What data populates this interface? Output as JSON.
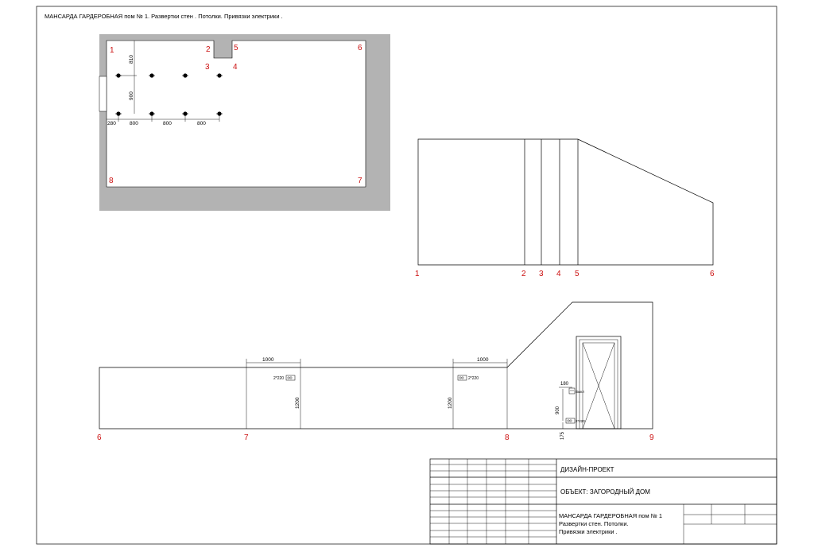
{
  "header": {
    "title": "МАНСАРДА  ГАРДЕРОБНАЯ пом  № 1. Развертки стен . Потолки. Привязки электрики ."
  },
  "plan": {
    "corner_labels": [
      "1",
      "2",
      "3",
      "4",
      "5",
      "6",
      "7",
      "8"
    ],
    "dims": {
      "top_offset": "810",
      "row_spacing": "900",
      "left_offset": "280",
      "spacing_1": "800",
      "spacing_2": "800",
      "spacing_3": "800"
    }
  },
  "elevation_top": {
    "labels": [
      "1",
      "2",
      "3",
      "4",
      "5",
      "6"
    ]
  },
  "elevation_bottom": {
    "labels": [
      "6",
      "7",
      "8",
      "9"
    ],
    "dims": {
      "width_left": "1000",
      "width_right": "1000",
      "height_left": "1200",
      "height_right": "1200",
      "switch_offset": "180",
      "switch_height": "900",
      "socket_height": "175"
    },
    "sockets": {
      "left": "2*220",
      "right": "2*220",
      "door": "2*220",
      "switch": "Выкл"
    }
  },
  "title_block": {
    "project": "ДИЗАЙН-ПРОЕКТ",
    "object": "ОБЪЕКТ: ЗАГОРОДНЫЙ ДОМ",
    "sheet_line1": "МАНСАРДА  ГАРДЕРОБНАЯ пом   № 1",
    "sheet_line2": "Развертки стен. Потолки.",
    "sheet_line3": "Привязки электрики ."
  }
}
